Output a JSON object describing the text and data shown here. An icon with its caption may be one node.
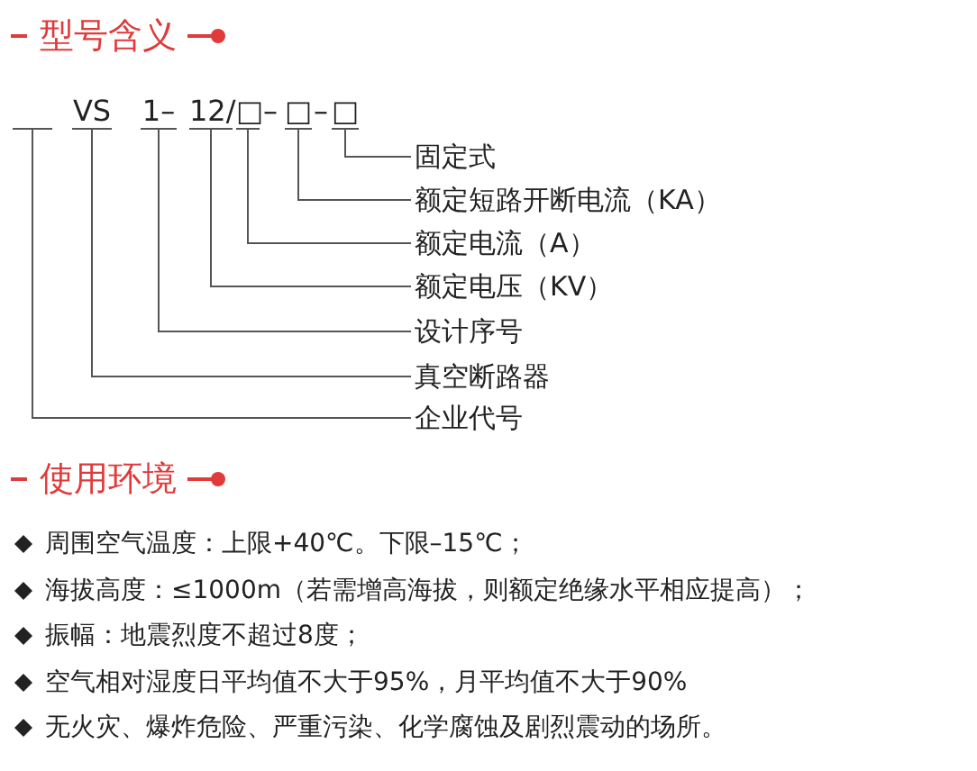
{
  "diagram": {
    "nodes": [
      {
        "text": [],
        "shape": "bar"
      },
      {
        "text": [
          "VS"
        ]
      },
      {
        "text": [
          "1–"
        ]
      },
      {
        "text": [
          "12/"
        ]
      },
      {
        "text": [
          "□"
        ]
      },
      {
        "text": [
          "□"
        ]
      },
      {
        "text": [
          "□"
        ]
      },
      {
        "text": [
          "固定式"
        ]
      },
      {
        "text": [
          "额定短路开断电流（KA）"
        ]
      },
      {
        "text": [
          "额定电流（A）"
        ]
      },
      {
        "text": [
          "额定电压（KV）"
        ]
      },
      {
        "text": [
          "设计序号"
        ]
      },
      {
        "text": [
          "真空断路器"
        ]
      },
      {
        "text": [
          "企业代号"
        ]
      }
    ],
    "edges": [
      {
        "from": 7,
        "to": 6,
        "arrow": "none"
      },
      {
        "from": 8,
        "to": 5,
        "arrow": "none"
      },
      {
        "from": 9,
        "to": 4,
        "arrow": "none"
      },
      {
        "from": 10,
        "to": 3,
        "arrow": "none"
      },
      {
        "from": 11,
        "to": 2,
        "arrow": "none"
      },
      {
        "from": 12,
        "to": 1,
        "arrow": "none"
      },
      {
        "from": 13,
        "to": 0,
        "arrow": "none"
      }
    ],
    "labels": [
      "型号含义",
      "–",
      "–",
      "使用环境",
      "周围空气温度：上限+40℃。下限–15℃；",
      "海拔高度：≤1000m（若需增高海拔，则额定绝缘水平相应提高）；",
      "振幅：地震烈度不超过8度；",
      "空气相对湿度日平均值不大于95%，月平均值不大于90%",
      "无火灾、爆炸危险、严重污染、化学腐蚀及剧烈震动的场所。"
    ]
  }
}
